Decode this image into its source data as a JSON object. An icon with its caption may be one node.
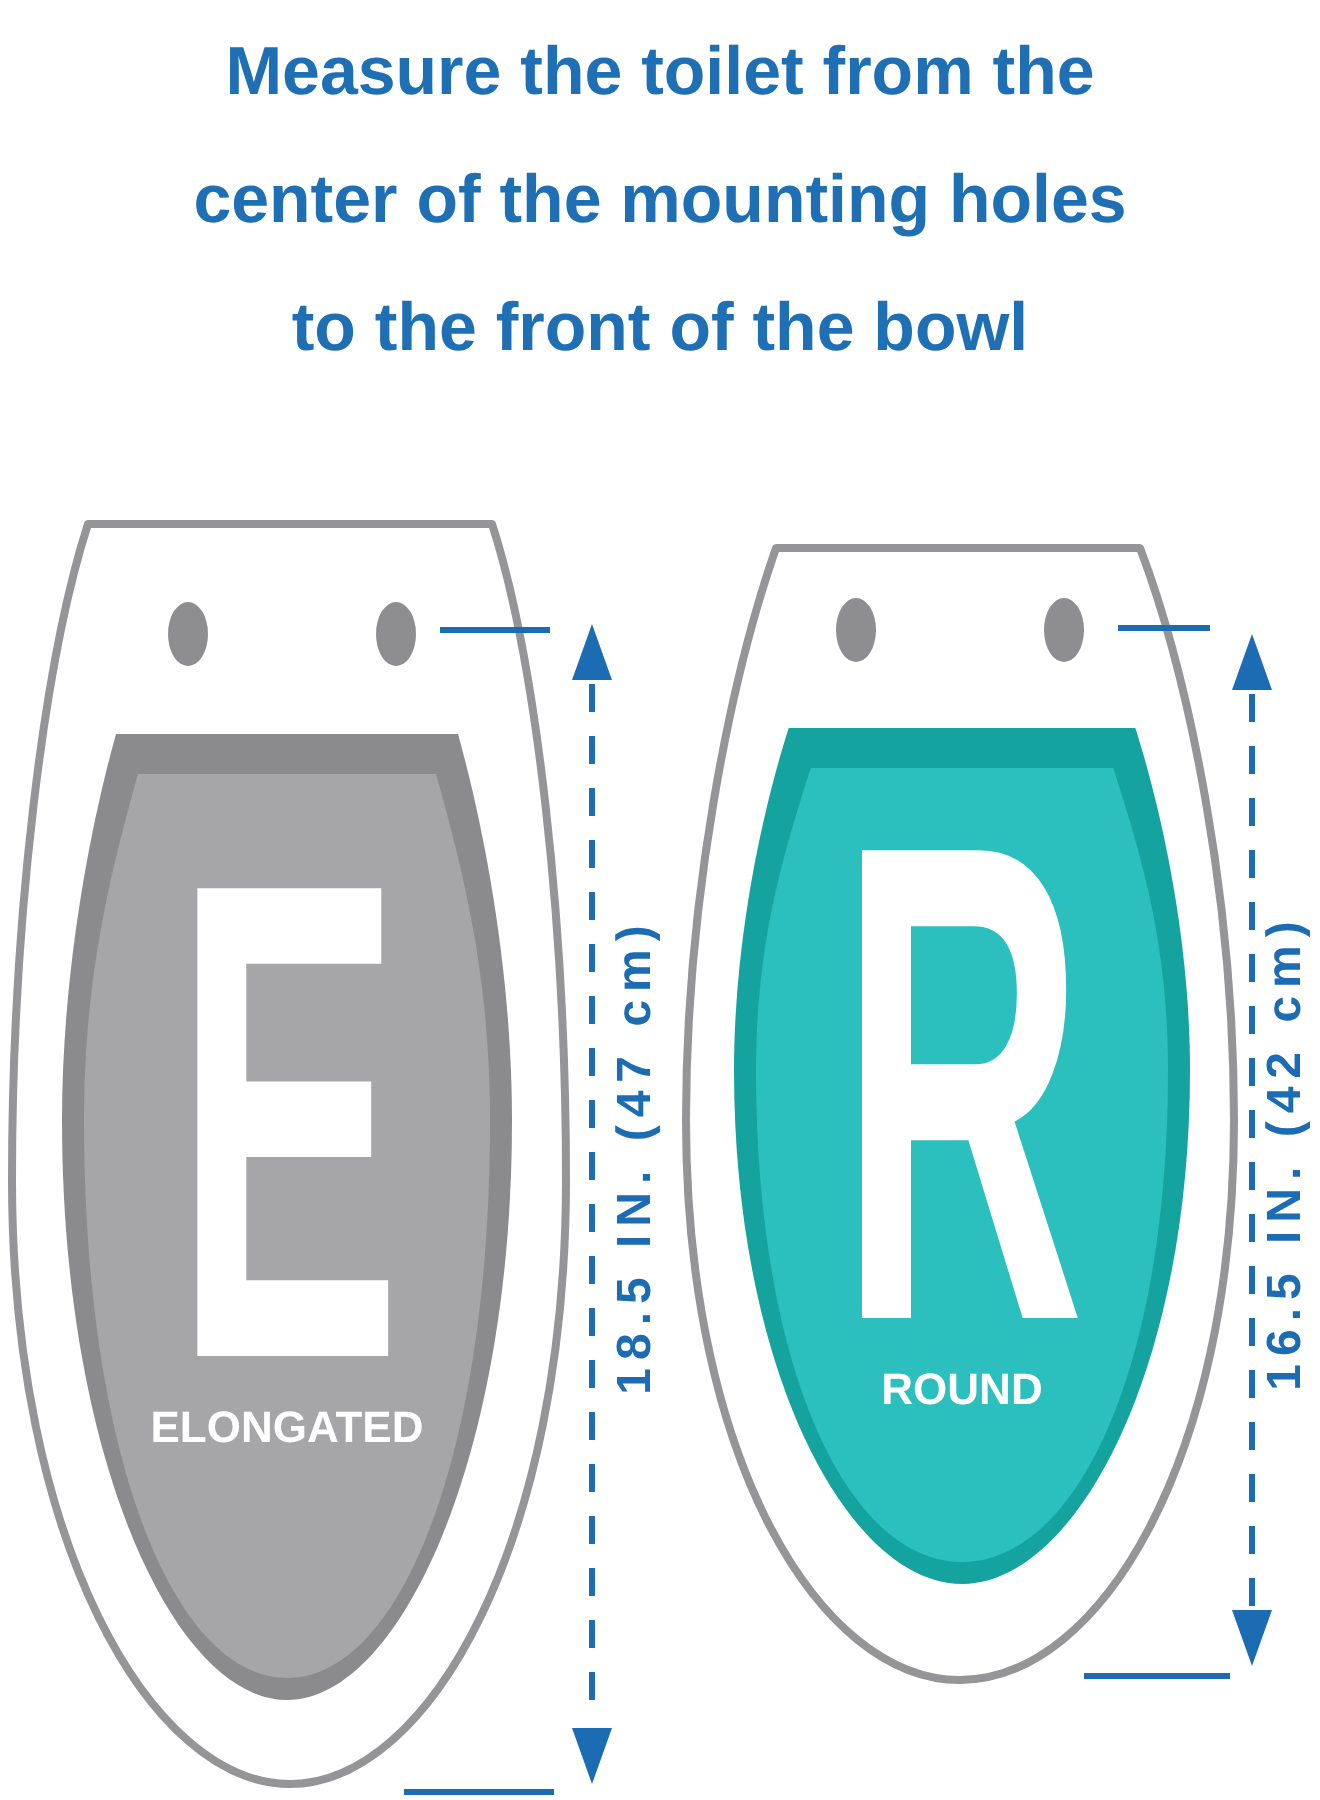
{
  "diagram": {
    "title": "Measure the toilet from the center of the mounting holes to the front of the bowl",
    "nodes": [
      {
        "text": [
          "E",
          "ELONGATED"
        ]
      },
      {
        "text": [
          "R",
          "ROUND"
        ]
      }
    ],
    "labels": [
      "18.5 IN. (47 cm)",
      "16.5 IN. (42 cm)"
    ]
  }
}
